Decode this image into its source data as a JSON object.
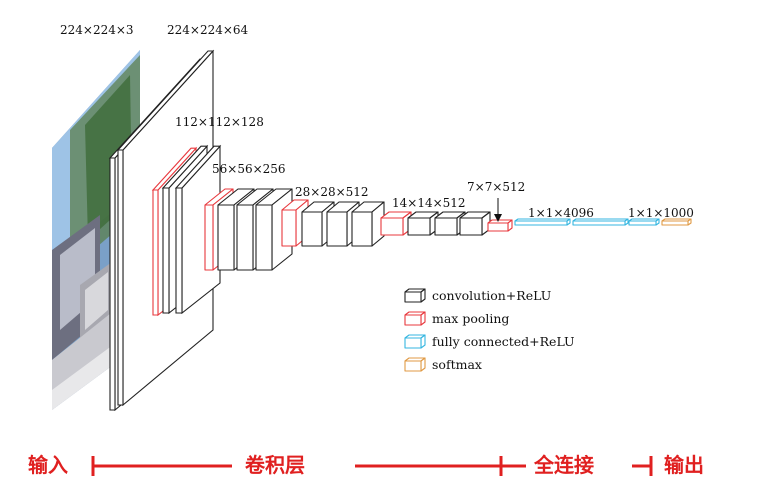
{
  "colors": {
    "conv": "#222222",
    "pool": "#e8383d",
    "fc": "#35b6e0",
    "softmax": "#e09a45",
    "stage": "#e02020"
  },
  "dimension_labels": {
    "input": "224×224×3",
    "conv1": "224×224×64",
    "conv2": "112×112×128",
    "conv3": "56×56×256",
    "conv4": "28×28×512",
    "conv5": "14×14×512",
    "pool5": "7×7×512",
    "fc": "1×1×4096",
    "softmax": "1×1×1000"
  },
  "legend": [
    {
      "label": "convolution+ReLU",
      "kind": "conv"
    },
    {
      "label": "max pooling",
      "kind": "pool"
    },
    {
      "label": "fully connected+ReLU",
      "kind": "fc"
    },
    {
      "label": "softmax",
      "kind": "softmax"
    }
  ],
  "stages": {
    "input": "输入",
    "conv": "卷积层",
    "fc": "全连接",
    "output": "输出"
  }
}
